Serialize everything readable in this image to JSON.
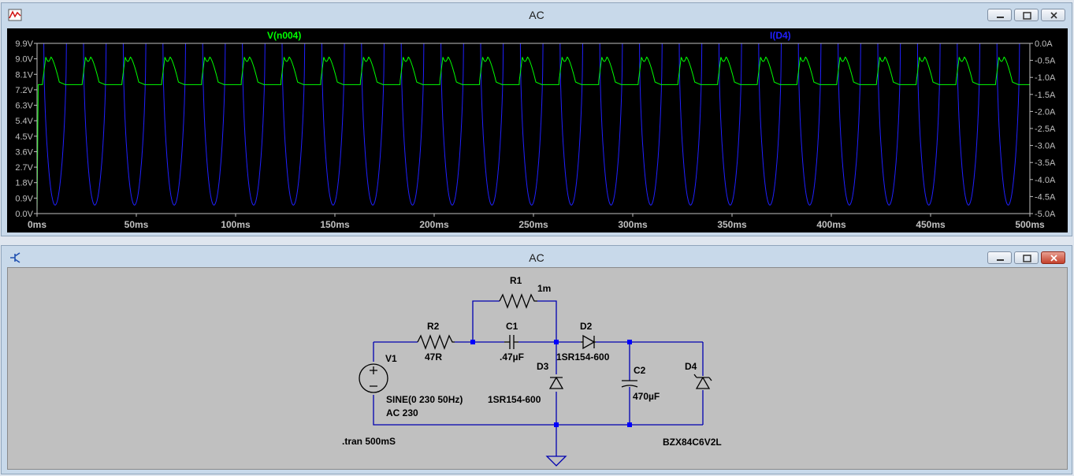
{
  "plot_window": {
    "title": "AC",
    "icon": "waveform-icon",
    "trace_voltage_label": "V(n004)",
    "trace_current_label": "I(D4)",
    "colors": {
      "voltage": "#00ff00",
      "current": "#2020ff",
      "axis": "#c0c0c0",
      "background": "#000000"
    },
    "y_left_ticks": [
      "9.9V",
      "9.0V",
      "8.1V",
      "7.2V",
      "6.3V",
      "5.4V",
      "4.5V",
      "3.6V",
      "2.7V",
      "1.8V",
      "0.9V",
      "0.0V"
    ],
    "y_right_ticks": [
      "0.0A",
      "-0.5A",
      "-1.0A",
      "-1.5A",
      "-2.0A",
      "-2.5A",
      "-3.0A",
      "-3.5A",
      "-4.0A",
      "-4.5A",
      "-5.0A"
    ],
    "x_ticks": [
      "0ms",
      "50ms",
      "100ms",
      "150ms",
      "200ms",
      "250ms",
      "300ms",
      "350ms",
      "400ms",
      "450ms",
      "500ms"
    ]
  },
  "chart_data": {
    "type": "line",
    "x_unit": "ms",
    "xlim": [
      0,
      500
    ],
    "ylim_left": [
      0,
      9.9
    ],
    "ylim_right": [
      -5.0,
      0.0
    ],
    "grid": false,
    "series": [
      {
        "name": "V(n004)",
        "axis": "left",
        "period_ms": 20,
        "baseline": 7.65,
        "peak": 9.1,
        "rise_time_ms": 0.6,
        "color": "#00ff00"
      },
      {
        "name": "I(D4)",
        "axis": "right",
        "period_ms": 20,
        "baseline": 0.0,
        "min": -4.75,
        "color": "#2020ff"
      }
    ]
  },
  "schematic_window": {
    "title": "AC",
    "icon": "schematic-icon",
    "components": {
      "r1_name": "R1",
      "r1_value": "1m",
      "r2_name": "R2",
      "r2_value": "47R",
      "c1_name": "C1",
      "c1_value": ".47µF",
      "c2_name": "C2",
      "c2_value": "470µF",
      "d2_name": "D2",
      "d2_value": "1SR154-600",
      "d3_name": "D3",
      "d3_value": "1SR154-600",
      "d4_name": "D4",
      "d4_value": "BZX84C6V2L",
      "v1_name": "V1",
      "v1_source": "SINE(0 230 50Hz)",
      "v1_ac": "AC 230"
    },
    "directive": ".tran 500mS"
  },
  "window_controls": {
    "minimize": "minimize-icon",
    "maximize": "maximize-icon",
    "close": "close-icon"
  }
}
